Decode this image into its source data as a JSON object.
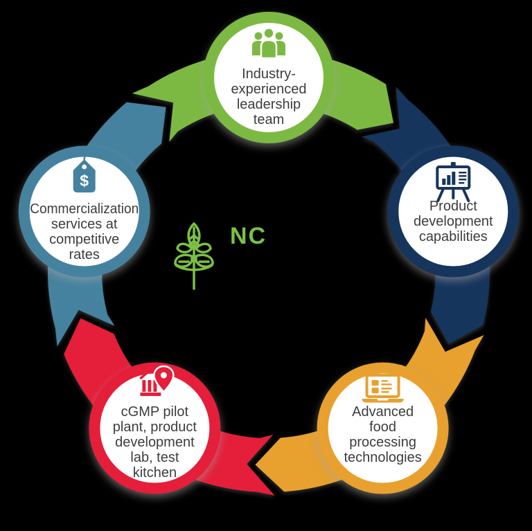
{
  "background_color": "#000000",
  "diagram": {
    "type": "circular-cycle",
    "flow_direction": "clockwise",
    "node_count": 5
  },
  "text_color": "#3c3c3c",
  "center_logo": {
    "abbrev": "NC",
    "color": "#7bc143",
    "icon": "plant-sprout-icon"
  },
  "nodes": [
    {
      "id": "leadership-team",
      "color": "#7cb942",
      "icon": "team-people-icon",
      "label": "Industry-experienced leadership team",
      "lines": [
        "Industry-",
        "experienced",
        "leadership",
        "team"
      ]
    },
    {
      "id": "product-development",
      "color": "#16355d",
      "icon": "presentation-chart-icon",
      "label": "Product development capabilities",
      "lines": [
        "Product",
        "development",
        "capabilities"
      ]
    },
    {
      "id": "food-processing",
      "color": "#e8a02f",
      "icon": "laptop-icon",
      "label": "Advanced food processing technologies",
      "lines": [
        "Advanced",
        "food",
        "processing",
        "technologies"
      ]
    },
    {
      "id": "pilot-plant",
      "color": "#e51e3a",
      "icon": "facility-location-icon",
      "label": "cGMP pilot plant, product development lab, test kitchen",
      "lines": [
        "cGMP pilot",
        "plant, product",
        "development",
        "lab, test",
        "kitchen"
      ]
    },
    {
      "id": "commercialization",
      "color": "#45829f",
      "icon": "price-tag-icon",
      "icon_glyph": "$",
      "label": "Commercialization services at competitive rates",
      "lines": [
        "Commercialization",
        "services at",
        "competitive",
        "rates"
      ]
    }
  ]
}
